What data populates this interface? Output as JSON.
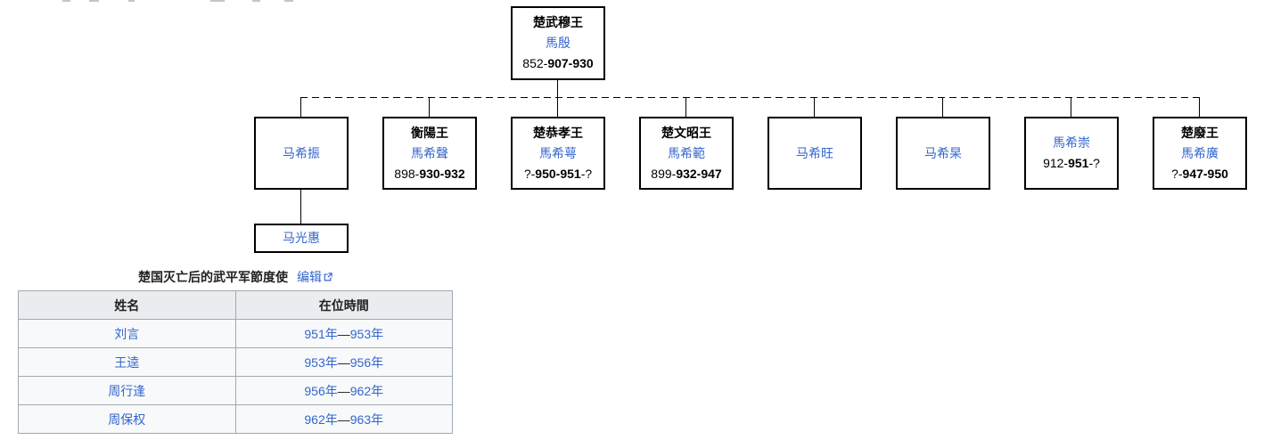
{
  "colors": {
    "link": "#3366cc",
    "box_border": "#000000",
    "table_border": "#a2a9b1",
    "table_header_bg": "#eaecf0",
    "table_row_bg": "#f8f9fa"
  },
  "tree": {
    "root": {
      "title": "楚武穆王",
      "name": "馬殷",
      "years": {
        "prefix": "852-",
        "bold": "907-930",
        "suffix": ""
      }
    },
    "children": [
      {
        "name": "马希振"
      },
      {
        "title": "衡陽王",
        "name": "馬希聲",
        "years": {
          "prefix": "898-",
          "bold": "930-932",
          "suffix": ""
        }
      },
      {
        "title": "楚恭孝王",
        "name": "馬希萼",
        "years": {
          "prefix": "?-",
          "bold": "950-951",
          "suffix": "-?"
        }
      },
      {
        "title": "楚文昭王",
        "name": "馬希範",
        "years": {
          "prefix": "899-",
          "bold": "932-947",
          "suffix": ""
        }
      },
      {
        "name": "马希旺"
      },
      {
        "name": "马希杲"
      },
      {
        "name": "馬希崇",
        "years": {
          "prefix": "912-",
          "bold": "951",
          "suffix": "-?"
        }
      },
      {
        "title": "楚廢王",
        "name": "馬希廣",
        "years": {
          "prefix": "?-",
          "bold": "947-950",
          "suffix": ""
        }
      }
    ],
    "grandchild": {
      "name": "马光惠",
      "parent_index": 0
    }
  },
  "section_table": {
    "caption": "楚国灭亡后的武平军節度使",
    "edit_label": "编辑",
    "columns": [
      "姓名",
      "在位時間"
    ],
    "dash": "—",
    "rows": [
      {
        "name": "刘言",
        "start": "951年",
        "end": "953年"
      },
      {
        "name": "王逵",
        "start": "953年",
        "end": "956年"
      },
      {
        "name": "周行逢",
        "start": "956年",
        "end": "962年"
      },
      {
        "name": "周保权",
        "start": "962年",
        "end": "963年"
      }
    ]
  }
}
